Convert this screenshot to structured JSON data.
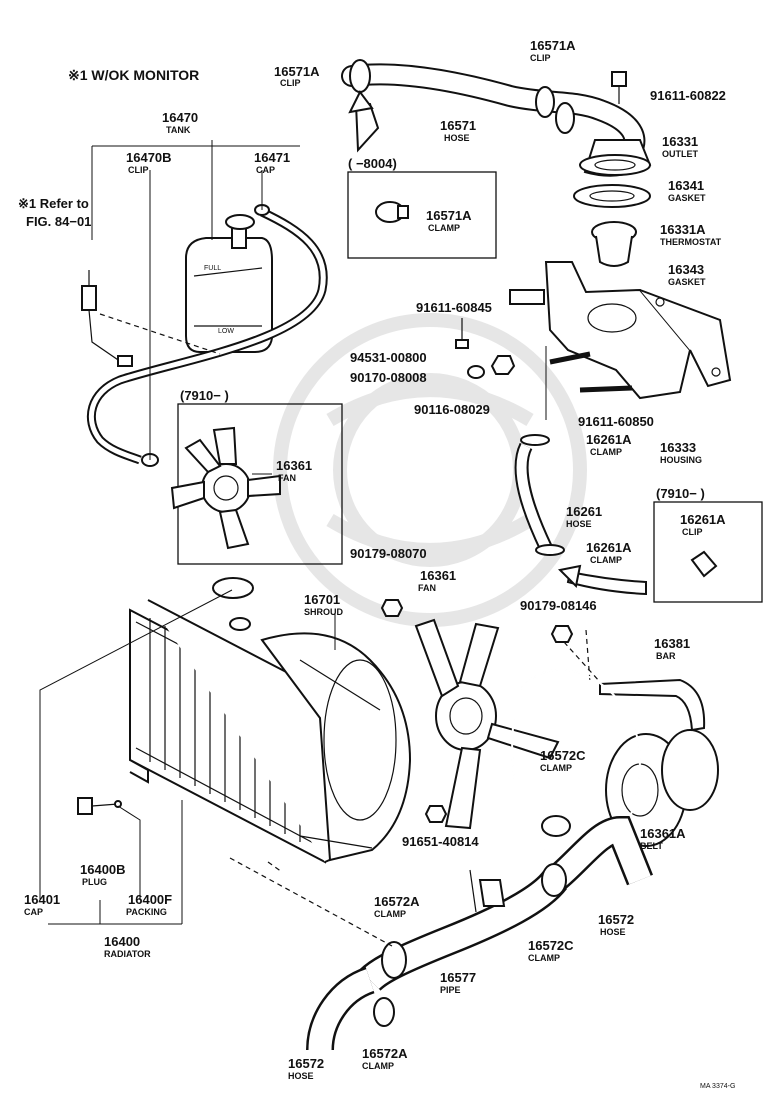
{
  "header": {
    "note": "※1 W/OK MONITOR",
    "refer_line1": "※1 Refer to",
    "refer_line2": "FIG. 84−01"
  },
  "parts": {
    "p16571a_left": {
      "num": "16571A",
      "name": "CLIP"
    },
    "p16571a_top": {
      "num": "16571A",
      "name": "CLIP"
    },
    "p16571": {
      "num": "16571",
      "name": "HOSE"
    },
    "p91611_60822": {
      "num": "91611-60822",
      "name": ""
    },
    "p16331": {
      "num": "16331",
      "name": "OUTLET"
    },
    "p16341": {
      "num": "16341",
      "name": "GASKET"
    },
    "p16331a": {
      "num": "16331A",
      "name": "THERMOSTAT"
    },
    "p16343": {
      "num": "16343",
      "name": "GASKET"
    },
    "p16470": {
      "num": "16470",
      "name": "TANK"
    },
    "p16470b": {
      "num": "16470B",
      "name": "CLIP"
    },
    "p16471": {
      "num": "16471",
      "name": "CAP"
    },
    "p91611_60845": {
      "num": "91611-60845",
      "name": ""
    },
    "p94531_00800": {
      "num": "94531-00800",
      "name": ""
    },
    "p90170_08008": {
      "num": "90170-08008",
      "name": ""
    },
    "p90116_08029": {
      "num": "90116-08029",
      "name": ""
    },
    "p91611_60850": {
      "num": "91611-60850",
      "name": ""
    },
    "p16333": {
      "num": "16333",
      "name": "HOUSING"
    },
    "p16261a_main": {
      "num": "16261A",
      "name": "CLAMP"
    },
    "p16261": {
      "num": "16261",
      "name": "HOSE"
    },
    "p16261a_lower": {
      "num": "16261A",
      "name": "CLAMP"
    },
    "p16261a_box": {
      "num": "16261A",
      "name": "CLIP"
    },
    "p16361_box": {
      "num": "16361",
      "name": "FAN"
    },
    "p16361": {
      "num": "16361",
      "name": "FAN"
    },
    "p16701": {
      "num": "16701",
      "name": "SHROUD"
    },
    "p90179_08070": {
      "num": "90179-08070",
      "name": ""
    },
    "p90179_08146": {
      "num": "90179-08146",
      "name": ""
    },
    "p16381": {
      "num": "16381",
      "name": "BAR"
    },
    "p16572c_up": {
      "num": "16572C",
      "name": "CLAMP"
    },
    "p16361a": {
      "num": "16361A",
      "name": "BELT"
    },
    "p91651_40814": {
      "num": "91651-40814",
      "name": ""
    },
    "p16400b": {
      "num": "16400B",
      "name": "PLUG"
    },
    "p16400f": {
      "num": "16400F",
      "name": "PACKING"
    },
    "p16401": {
      "num": "16401",
      "name": "CAP"
    },
    "p16400": {
      "num": "16400",
      "name": "RADIATOR"
    },
    "p16572a_up": {
      "num": "16572A",
      "name": "CLAMP"
    },
    "p16572c_low": {
      "num": "16572C",
      "name": "CLAMP"
    },
    "p16572_right": {
      "num": "16572",
      "name": "HOSE"
    },
    "p16577": {
      "num": "16577",
      "name": "PIPE"
    },
    "p16572_bottom": {
      "num": "16572",
      "name": "HOSE"
    },
    "p16572a_bottom": {
      "num": "16572A",
      "name": "CLAMP"
    }
  },
  "boxes": {
    "clamp_box_title": "(        −8004)",
    "fan_box_title": "(7910−          )",
    "clip_box_title": "(7910−          )",
    "clamp_box_part": {
      "num": "16571A",
      "name": "CLAMP"
    }
  },
  "tank_marks": {
    "full": "FULL",
    "low": "LOW"
  },
  "footer": {
    "figure_code": "MA 3374-G"
  }
}
